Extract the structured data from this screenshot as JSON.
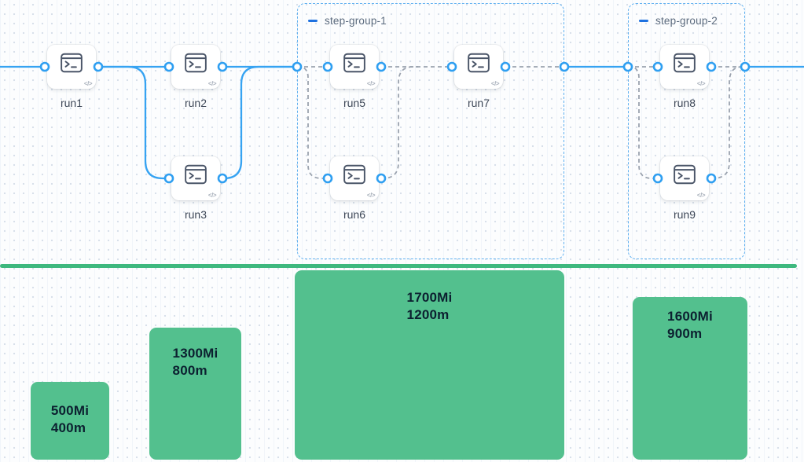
{
  "workflow": {
    "nodes": [
      {
        "id": "run1",
        "label": "run1"
      },
      {
        "id": "run2",
        "label": "run2"
      },
      {
        "id": "run3",
        "label": "run3"
      },
      {
        "id": "run5",
        "label": "run5"
      },
      {
        "id": "run6",
        "label": "run6"
      },
      {
        "id": "run7",
        "label": "run7"
      },
      {
        "id": "run8",
        "label": "run8"
      },
      {
        "id": "run9",
        "label": "run9"
      }
    ],
    "groups": [
      {
        "id": "step-group-1",
        "label": "step-group-1"
      },
      {
        "id": "step-group-2",
        "label": "step-group-2"
      }
    ],
    "edges": [
      {
        "from": "start",
        "to": "run1",
        "style": "solid"
      },
      {
        "from": "run1",
        "to": "run2",
        "style": "solid"
      },
      {
        "from": "run1",
        "to": "run3",
        "style": "solid"
      },
      {
        "from": "run2",
        "to": "step-group-1",
        "style": "solid"
      },
      {
        "from": "run3",
        "to": "step-group-1",
        "style": "solid"
      },
      {
        "from": "step-group-1-in",
        "to": "run5",
        "style": "dashed"
      },
      {
        "from": "step-group-1-in",
        "to": "run6",
        "style": "dashed"
      },
      {
        "from": "run5",
        "to": "run7",
        "style": "dashed"
      },
      {
        "from": "run6",
        "to": "run7",
        "style": "dashed"
      },
      {
        "from": "run7",
        "to": "step-group-1-out",
        "style": "dashed"
      },
      {
        "from": "step-group-1",
        "to": "step-group-2",
        "style": "solid"
      },
      {
        "from": "step-group-2-in",
        "to": "run8",
        "style": "dashed"
      },
      {
        "from": "step-group-2-in",
        "to": "run9",
        "style": "dashed"
      },
      {
        "from": "run8",
        "to": "step-group-2-out",
        "style": "dashed"
      },
      {
        "from": "run9",
        "to": "step-group-2-out",
        "style": "dashed"
      },
      {
        "from": "step-group-2",
        "to": "end",
        "style": "solid"
      }
    ]
  },
  "resources": {
    "bars": [
      {
        "memory": "500Mi",
        "cpu": "400m"
      },
      {
        "memory": "1300Mi",
        "cpu": "800m"
      },
      {
        "memory": "1700Mi",
        "cpu": "1200m"
      },
      {
        "memory": "1600Mi",
        "cpu": "900m"
      }
    ]
  },
  "icons": {
    "node_icon": "terminal-icon",
    "code_badge": "</>"
  },
  "colors": {
    "edge_solid": "#36a3f2",
    "edge_dashed": "#9aa2ae",
    "port_stroke": "#2f9ff1",
    "group_border": "#5fb0f0",
    "group_dash_icon": "#1f72e0",
    "bar_fill": "#53c08e",
    "baseline_line": "#3eb87e",
    "bar_text": "#0c2030",
    "node_label": "#3d4757"
  }
}
